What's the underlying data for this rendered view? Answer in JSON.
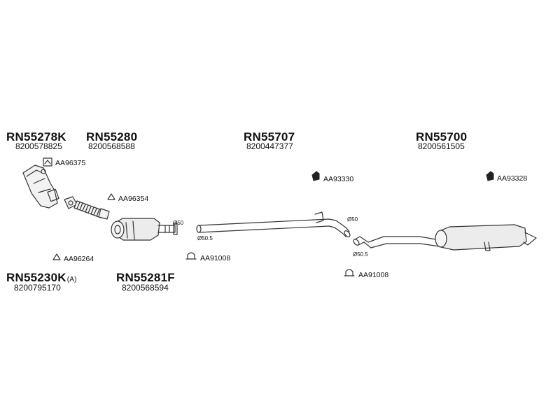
{
  "parts": [
    {
      "code": "RN55278K",
      "number": "8200578825"
    },
    {
      "code": "RN55280",
      "number": "8200568588"
    },
    {
      "code": "RN55707",
      "number": "8200447377"
    },
    {
      "code": "RN55700",
      "number": "8200561505"
    },
    {
      "code": "RN55230K",
      "suffix": "(A)",
      "number": "8200795170"
    },
    {
      "code": "RN55281F",
      "number": "8200568594"
    }
  ],
  "accessories": {
    "gasket_1": "AA96375",
    "gasket_2": "AA96354",
    "gasket_3": "AA96264",
    "clamp_1": "AA91008",
    "clamp_2": "AA91008",
    "hanger_1": "AA93330",
    "hanger_2": "AA93328"
  },
  "dimensions": {
    "d1": "Ø50",
    "d2": "Ø50.5",
    "d3": "Ø50",
    "d4": "Ø50.5"
  },
  "colors": {
    "line": "#333333",
    "text": "#111111",
    "background": "#ffffff"
  }
}
